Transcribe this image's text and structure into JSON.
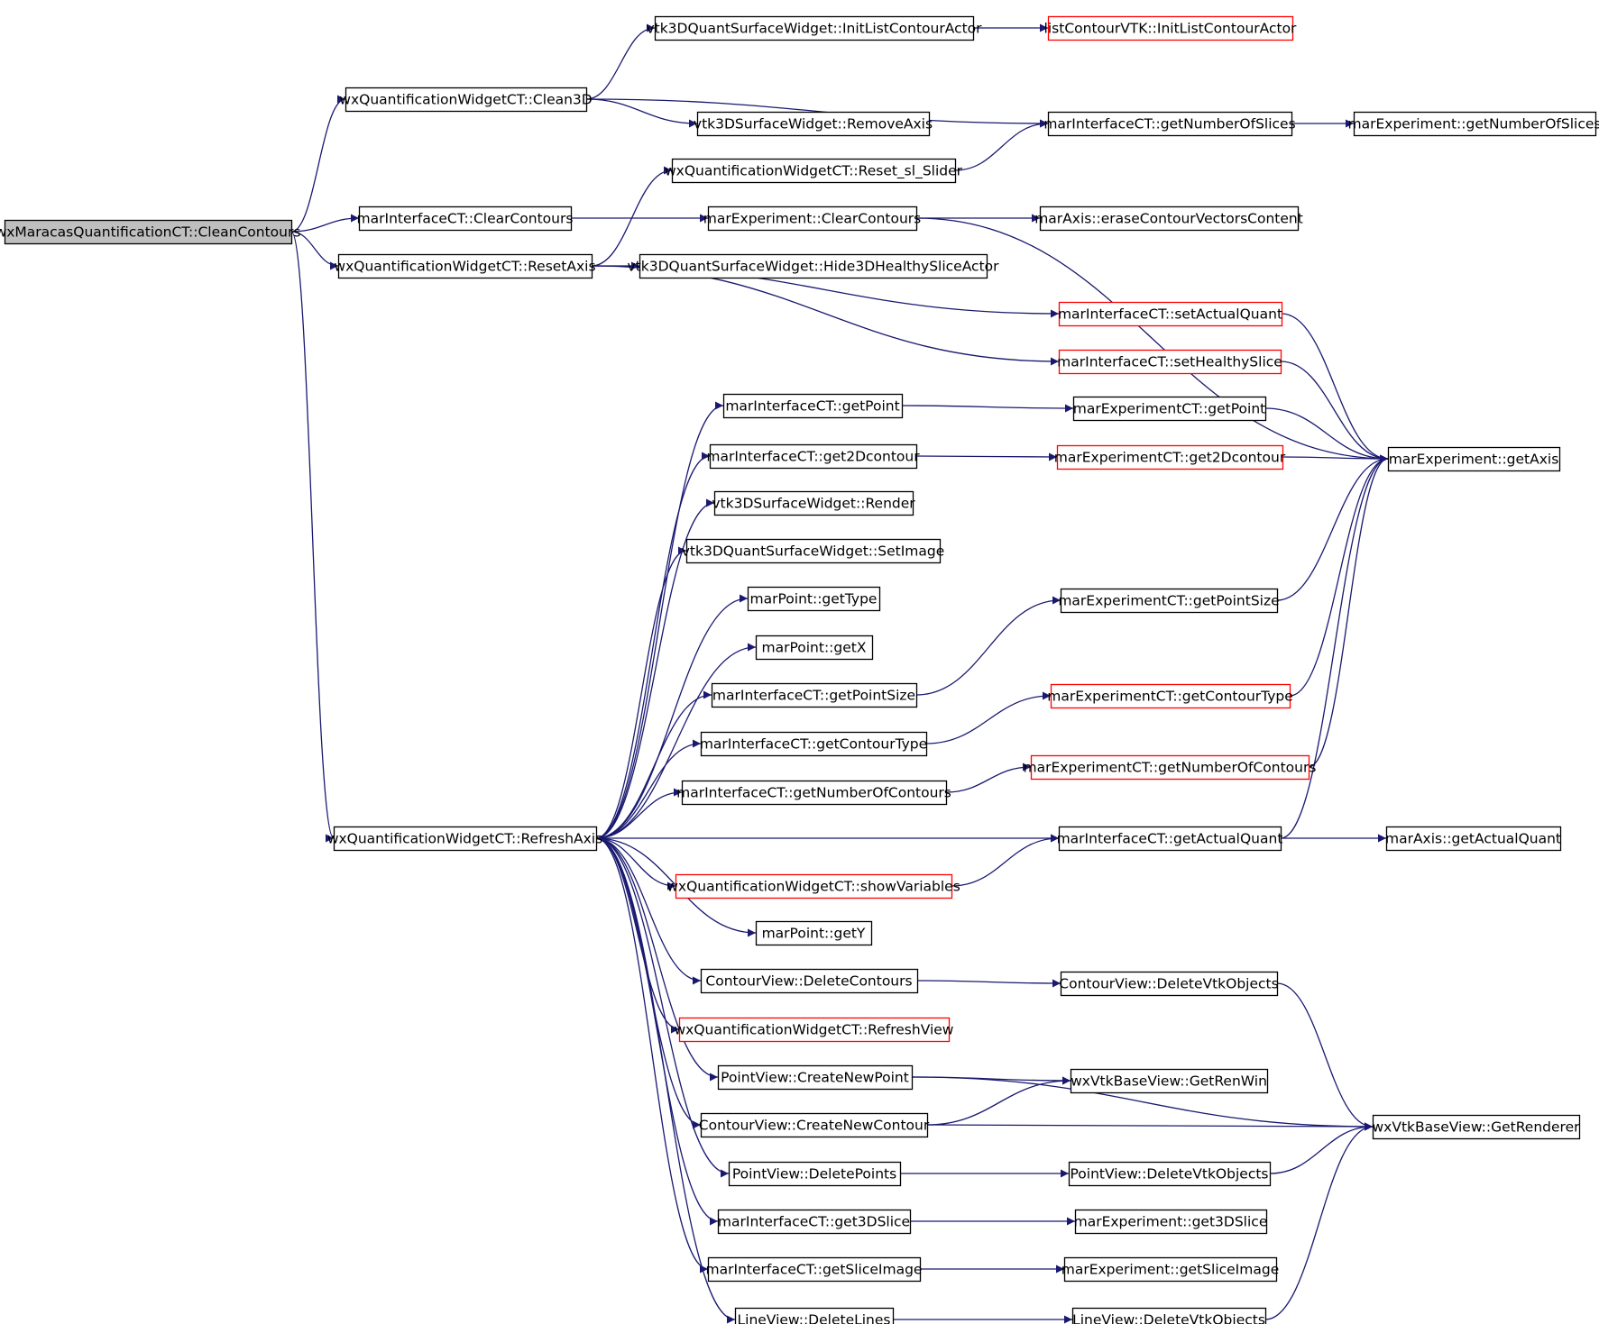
{
  "graph": {
    "node_fill": "#ffffff",
    "root_fill": "#bfbfbf",
    "border_normal": "#000000",
    "border_truncated": "#ff0000",
    "edge_color": "#191970",
    "nodes": [
      {
        "id": "root",
        "label": "wxMaracasQuantificationCT::CleanContours",
        "root": true
      },
      {
        "id": "clean3d",
        "label": "wxQuantificationWidgetCT::Clean3D"
      },
      {
        "id": "iclc",
        "label": "marInterfaceCT::ClearContours"
      },
      {
        "id": "resetaxis",
        "label": "wxQuantificationWidgetCT::ResetAxis"
      },
      {
        "id": "refresh",
        "label": "wxQuantificationWidgetCT::RefreshAxis"
      },
      {
        "id": "initlca",
        "label": "vtk3DQuantSurfaceWidget::InitListContourActor"
      },
      {
        "id": "lcinit",
        "label": "listContourVTK::InitListContourActor",
        "red": true
      },
      {
        "id": "rmaxis",
        "label": "vtk3DSurfaceWidget::RemoveAxis"
      },
      {
        "id": "ignos",
        "label": "marInterfaceCT::getNumberOfSlices"
      },
      {
        "id": "egnos",
        "label": "marExperiment::getNumberOfSlices"
      },
      {
        "id": "resetsl",
        "label": "wxQuantificationWidgetCT::Reset_sl_Slider"
      },
      {
        "id": "eclc",
        "label": "marExperiment::ClearContours"
      },
      {
        "id": "erase",
        "label": "marAxis::eraseContourVectorsContent"
      },
      {
        "id": "hide3d",
        "label": "vtk3DQuantSurfaceWidget::Hide3DHealthySliceActor"
      },
      {
        "id": "setaq",
        "label": "marInterfaceCT::setActualQuant",
        "red": true
      },
      {
        "id": "sethealthy",
        "label": "marInterfaceCT::setHealthySlice",
        "red": true
      },
      {
        "id": "igetpoint",
        "label": "marInterfaceCT::getPoint"
      },
      {
        "id": "ectgetpoint",
        "label": "marExperimentCT::getPoint"
      },
      {
        "id": "i2d",
        "label": "marInterfaceCT::get2Dcontour"
      },
      {
        "id": "ect2d",
        "label": "marExperimentCT::get2Dcontour",
        "red": true
      },
      {
        "id": "getaxis",
        "label": "marExperiment::getAxis"
      },
      {
        "id": "render",
        "label": "vtk3DSurfaceWidget::Render"
      },
      {
        "id": "setimage",
        "label": "vtk3DQuantSurfaceWidget::SetImage"
      },
      {
        "id": "gettype",
        "label": "marPoint::getType"
      },
      {
        "id": "getx",
        "label": "marPoint::getX"
      },
      {
        "id": "ectps",
        "label": "marExperimentCT::getPointSize"
      },
      {
        "id": "ips",
        "label": "marInterfaceCT::getPointSize"
      },
      {
        "id": "ectct",
        "label": "marExperimentCT::getContourType",
        "red": true
      },
      {
        "id": "ict",
        "label": "marInterfaceCT::getContourType"
      },
      {
        "id": "ectnoc",
        "label": "marExperimentCT::getNumberOfContours",
        "red": true
      },
      {
        "id": "inoc",
        "label": "marInterfaceCT::getNumberOfContours"
      },
      {
        "id": "iaq",
        "label": "marInterfaceCT::getActualQuant"
      },
      {
        "id": "axaq",
        "label": "marAxis::getActualQuant"
      },
      {
        "id": "showvars",
        "label": "wxQuantificationWidgetCT::showVariables",
        "red": true
      },
      {
        "id": "gety",
        "label": "marPoint::getY"
      },
      {
        "id": "cvdel",
        "label": "ContourView::DeleteContours"
      },
      {
        "id": "cvdelvtk",
        "label": "ContourView::DeleteVtkObjects"
      },
      {
        "id": "refreshview",
        "label": "wxQuantificationWidgetCT::RefreshView",
        "red": true
      },
      {
        "id": "pvcreate",
        "label": "PointView::CreateNewPoint"
      },
      {
        "id": "getrenwin",
        "label": "wxVtkBaseView::GetRenWin"
      },
      {
        "id": "cvcreate",
        "label": "ContourView::CreateNewContour"
      },
      {
        "id": "getrenderer",
        "label": "wxVtkBaseView::GetRenderer"
      },
      {
        "id": "pvdel",
        "label": "PointView::DeletePoints"
      },
      {
        "id": "pvdelvtk",
        "label": "PointView::DeleteVtkObjects"
      },
      {
        "id": "i3d",
        "label": "marInterfaceCT::get3DSlice"
      },
      {
        "id": "e3d",
        "label": "marExperiment::get3DSlice"
      },
      {
        "id": "isi",
        "label": "marInterfaceCT::getSliceImage"
      },
      {
        "id": "esi",
        "label": "marExperiment::getSliceImage"
      },
      {
        "id": "lvdel",
        "label": "LineView::DeleteLines"
      },
      {
        "id": "lvdelvtk",
        "label": "LineView::DeleteVtkObjects"
      }
    ],
    "edges": [
      [
        "root",
        "clean3d"
      ],
      [
        "root",
        "iclc"
      ],
      [
        "root",
        "resetaxis"
      ],
      [
        "root",
        "refresh"
      ],
      [
        "clean3d",
        "initlca"
      ],
      [
        "clean3d",
        "ignos"
      ],
      [
        "clean3d",
        "rmaxis"
      ],
      [
        "initlca",
        "lcinit"
      ],
      [
        "ignos",
        "egnos"
      ],
      [
        "iclc",
        "eclc"
      ],
      [
        "eclc",
        "erase"
      ],
      [
        "eclc",
        "getaxis"
      ],
      [
        "resetaxis",
        "resetsl"
      ],
      [
        "resetaxis",
        "hide3d"
      ],
      [
        "resetaxis",
        "setaq"
      ],
      [
        "resetaxis",
        "sethealthy"
      ],
      [
        "resetsl",
        "ignos"
      ],
      [
        "setaq",
        "getaxis"
      ],
      [
        "sethealthy",
        "getaxis"
      ],
      [
        "refresh",
        "igetpoint"
      ],
      [
        "refresh",
        "i2d"
      ],
      [
        "refresh",
        "render"
      ],
      [
        "refresh",
        "setimage"
      ],
      [
        "refresh",
        "gettype"
      ],
      [
        "refresh",
        "getx"
      ],
      [
        "refresh",
        "ips"
      ],
      [
        "refresh",
        "ict"
      ],
      [
        "refresh",
        "inoc"
      ],
      [
        "refresh",
        "iaq"
      ],
      [
        "refresh",
        "showvars"
      ],
      [
        "refresh",
        "gety"
      ],
      [
        "refresh",
        "cvdel"
      ],
      [
        "refresh",
        "refreshview"
      ],
      [
        "refresh",
        "pvcreate"
      ],
      [
        "refresh",
        "cvcreate"
      ],
      [
        "refresh",
        "pvdel"
      ],
      [
        "refresh",
        "i3d"
      ],
      [
        "refresh",
        "isi"
      ],
      [
        "refresh",
        "lvdel"
      ],
      [
        "igetpoint",
        "ectgetpoint"
      ],
      [
        "ectgetpoint",
        "getaxis"
      ],
      [
        "i2d",
        "ect2d"
      ],
      [
        "ect2d",
        "getaxis"
      ],
      [
        "ips",
        "ectps"
      ],
      [
        "ectps",
        "getaxis"
      ],
      [
        "ict",
        "ectct"
      ],
      [
        "ectct",
        "getaxis"
      ],
      [
        "inoc",
        "ectnoc"
      ],
      [
        "ectnoc",
        "getaxis"
      ],
      [
        "iaq",
        "axaq"
      ],
      [
        "iaq",
        "getaxis"
      ],
      [
        "showvars",
        "iaq"
      ],
      [
        "cvdel",
        "cvdelvtk"
      ],
      [
        "cvdelvtk",
        "getrenderer"
      ],
      [
        "pvcreate",
        "getrenwin"
      ],
      [
        "pvcreate",
        "getrenderer"
      ],
      [
        "cvcreate",
        "getrenwin"
      ],
      [
        "cvcreate",
        "getrenderer"
      ],
      [
        "pvdel",
        "pvdelvtk"
      ],
      [
        "pvdelvtk",
        "getrenderer"
      ],
      [
        "i3d",
        "e3d"
      ],
      [
        "isi",
        "esi"
      ],
      [
        "lvdel",
        "lvdelvtk"
      ],
      [
        "lvdelvtk",
        "getrenderer"
      ]
    ]
  }
}
